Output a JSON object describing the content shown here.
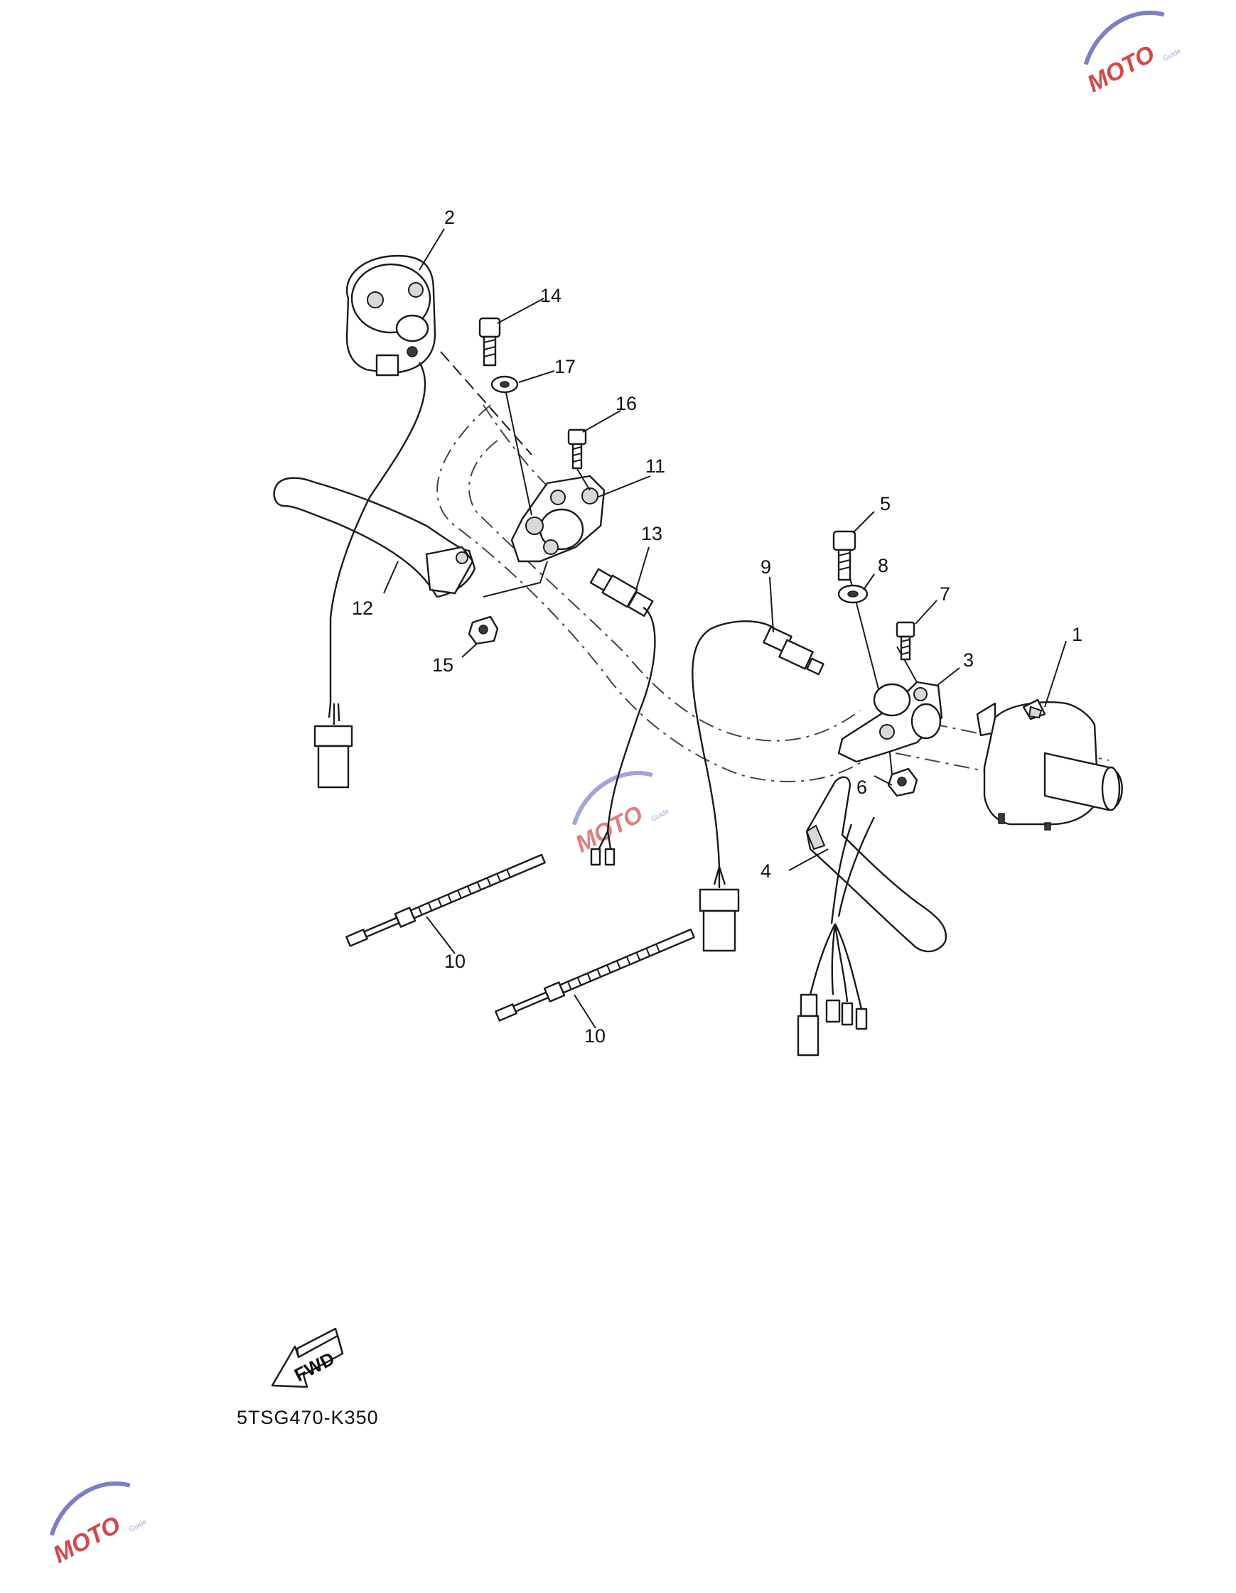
{
  "diagram": {
    "callouts": [
      "1",
      "2",
      "3",
      "4",
      "5",
      "6",
      "7",
      "8",
      "9",
      "10",
      "10",
      "11",
      "12",
      "13",
      "14",
      "15",
      "16",
      "17"
    ],
    "direction_arrow_label": "FWD",
    "diagram_code": "5TSG470-K350"
  },
  "watermark": {
    "text": "MOTO",
    "subtext": "Guide",
    "colors": {
      "red": "#d4484c",
      "purple": "#7e7ec8",
      "gray": "#8a8a8a"
    }
  }
}
